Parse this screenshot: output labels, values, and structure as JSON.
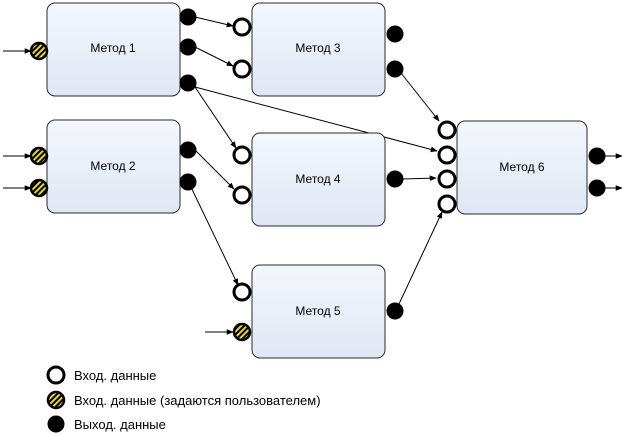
{
  "methods": [
    {
      "id": "m1",
      "label": "Метод 1"
    },
    {
      "id": "m2",
      "label": "Метод 2"
    },
    {
      "id": "m3",
      "label": "Метод 3"
    },
    {
      "id": "m4",
      "label": "Метод 4"
    },
    {
      "id": "m5",
      "label": "Метод 5"
    },
    {
      "id": "m6",
      "label": "Метод 6"
    }
  ],
  "legend": {
    "input": "Вход. данные",
    "user_input": "Вход. данные (задаются пользователем)",
    "output": "Выход. данные"
  },
  "colors": {
    "box_top": "#f4f7fc",
    "box_bottom": "#dfe7f3",
    "hatch_stripe": "#e6d23c"
  }
}
